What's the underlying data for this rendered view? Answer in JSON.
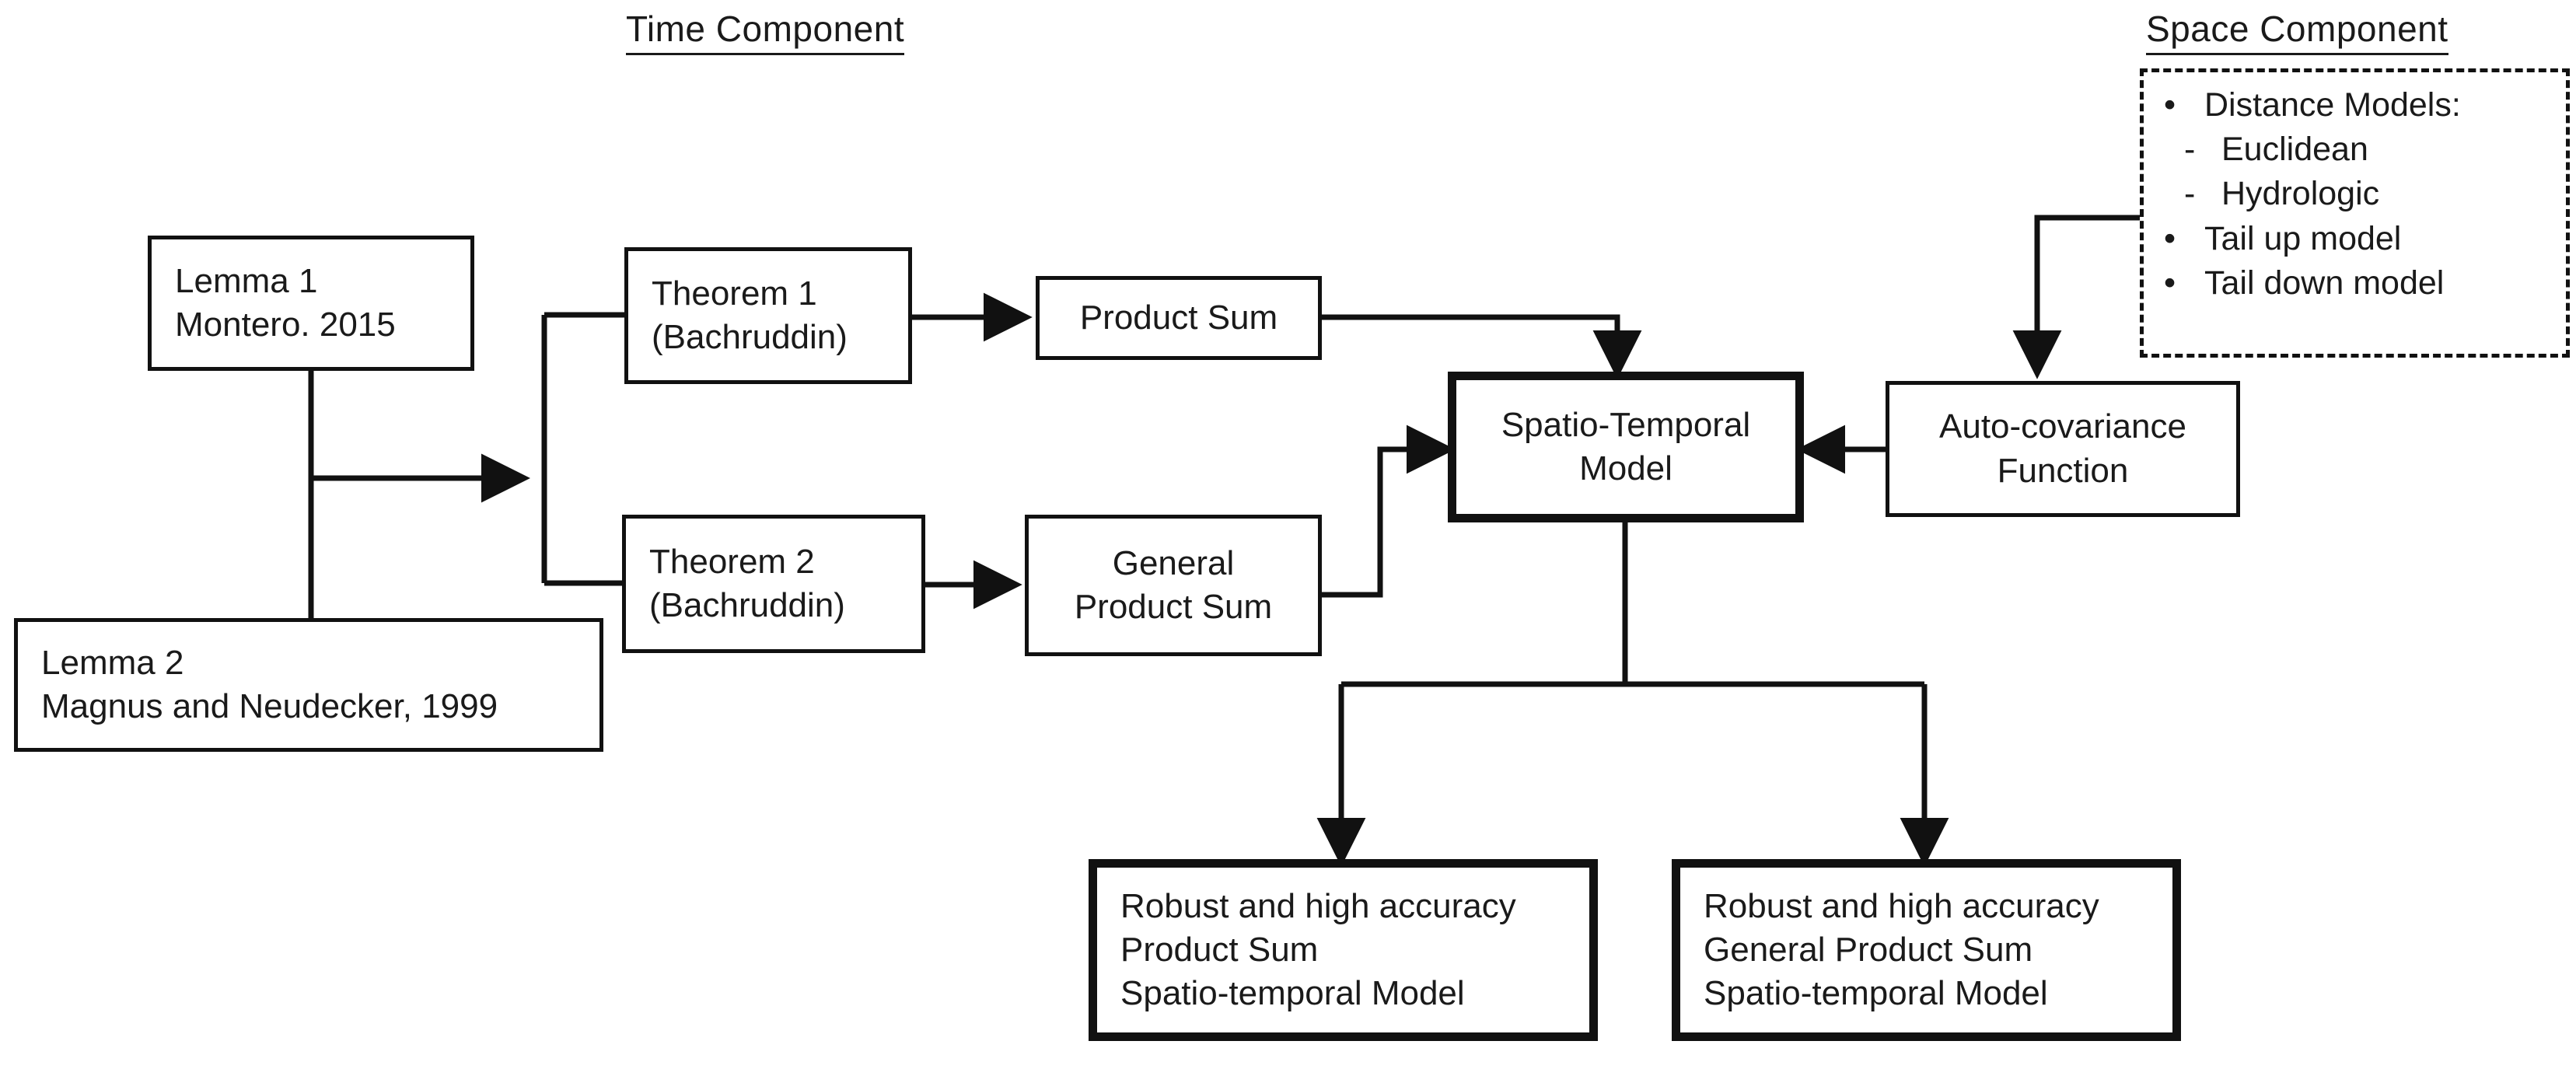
{
  "diagram": {
    "title_time": "Time Component",
    "title_space": "Space Component",
    "nodes": {
      "lemma1": {
        "line1": "Lemma 1",
        "line2": "Montero. 2015"
      },
      "lemma2": {
        "line1": "Lemma 2",
        "line2": "Magnus and Neudecker, 1999"
      },
      "theorem1": {
        "line1": "Theorem 1",
        "line2": "(Bachruddin)"
      },
      "theorem2": {
        "line1": "Theorem 2",
        "line2": "(Bachruddin)"
      },
      "product_sum": {
        "line1": "Product Sum"
      },
      "general_product_sum": {
        "line1": "General",
        "line2": "Product Sum"
      },
      "spatio_temporal_model": {
        "line1": "Spatio-Temporal",
        "line2": "Model"
      },
      "auto_covariance": {
        "line1": "Auto-covariance",
        "line2": "Function"
      },
      "result_left": {
        "line1": "Robust and high accuracy",
        "line2": "Product Sum",
        "line3": "Spatio-temporal Model"
      },
      "result_right": {
        "line1": "Robust and high accuracy",
        "line2": "General Product Sum",
        "line3": "Spatio-temporal Model"
      }
    },
    "space_panel": {
      "items": [
        {
          "mark": "•",
          "text": "Distance  Models:",
          "level": 0
        },
        {
          "mark": "-",
          "text": "Euclidean",
          "level": 1
        },
        {
          "mark": "-",
          "text": "Hydrologic",
          "level": 1
        },
        {
          "mark": "•",
          "text": "Tail up model",
          "level": 0
        },
        {
          "mark": "•",
          "text": "Tail down model",
          "level": 0
        }
      ]
    },
    "colors": {
      "stroke": "#111111",
      "text": "#1a1a1a",
      "background": "#ffffff"
    }
  }
}
